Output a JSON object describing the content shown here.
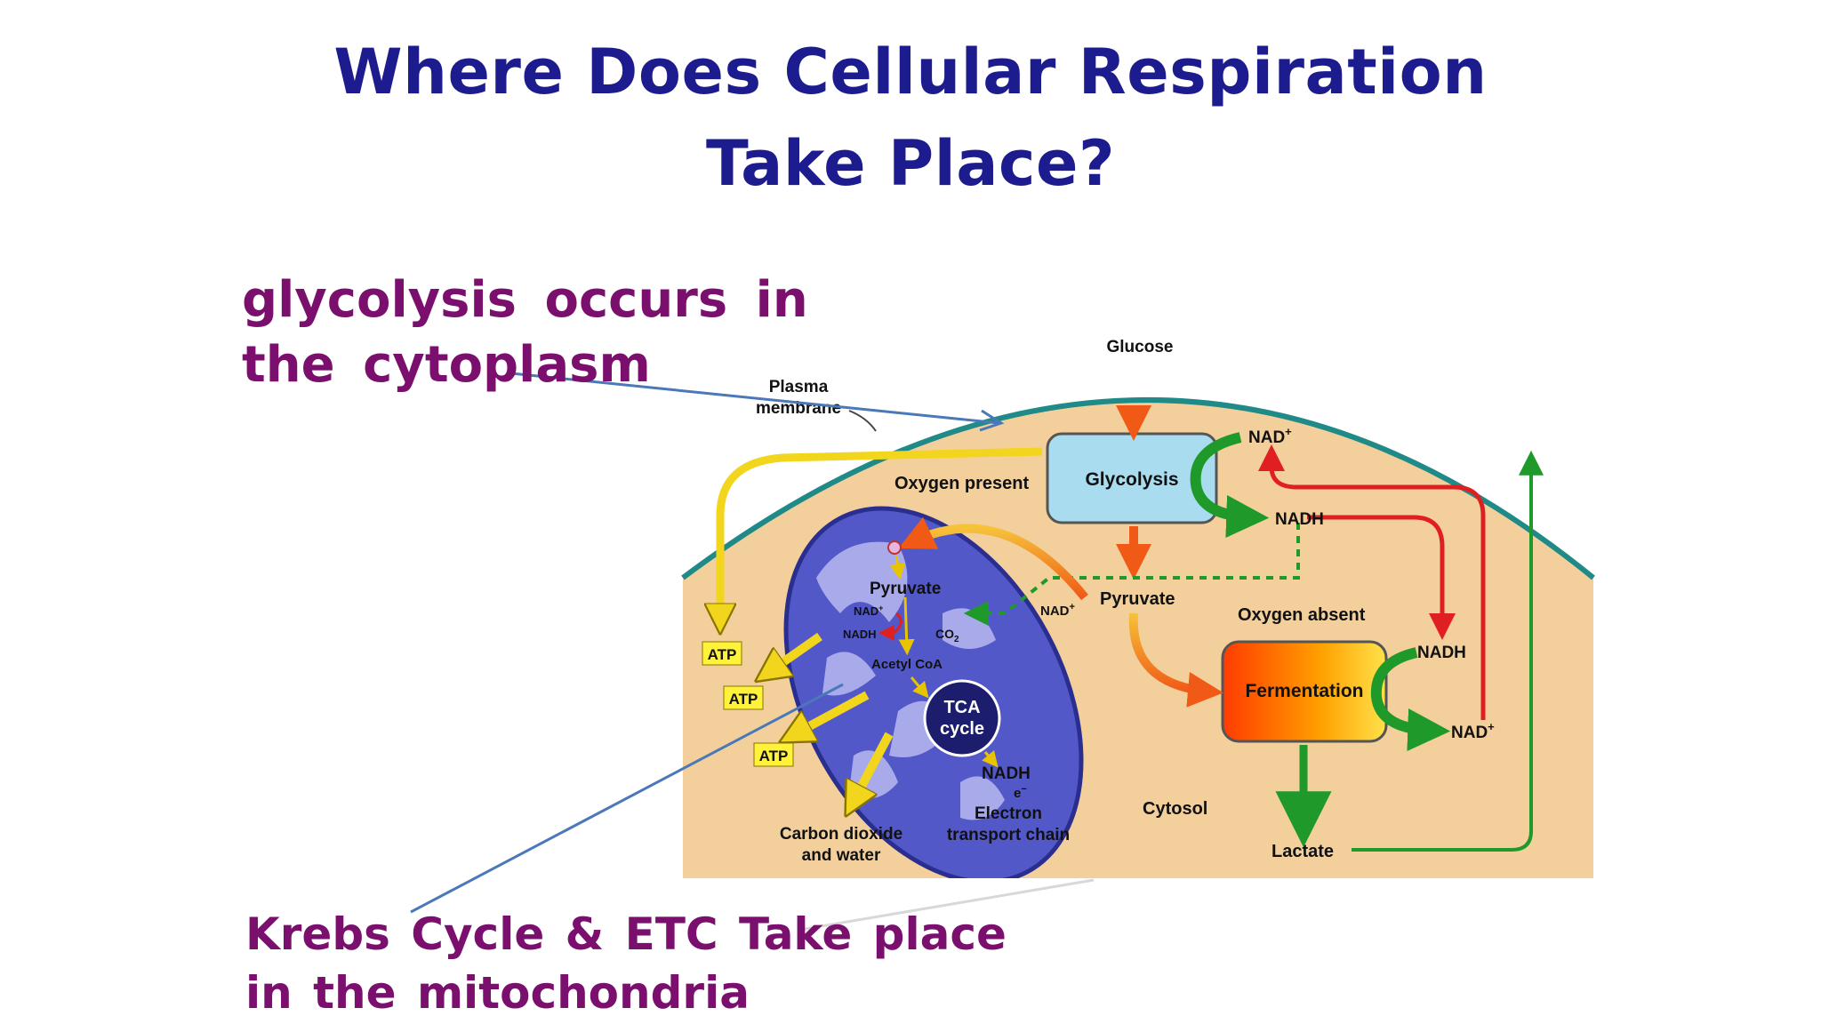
{
  "title": {
    "line1": "Where Does Cellular Respiration",
    "line2": "Take Place?"
  },
  "callouts": {
    "glycolysis_line1": "glycolysis occurs in",
    "glycolysis_line2": "the cytoplasm",
    "krebs_line1": "Krebs Cycle & ETC Take place",
    "krebs_line2": "in the mitochondria"
  },
  "diagram": {
    "glucose": "Glucose",
    "plasma_membrane_1": "Plasma",
    "plasma_membrane_2": "membrane",
    "oxygen_present": "Oxygen present",
    "glycolysis": "Glycolysis",
    "nad_plus": "NAD",
    "plus": "+",
    "nadh": "NADH",
    "pyruvate": "Pyruvate",
    "oxygen_absent": "Oxygen absent",
    "fermentation": "Fermentation",
    "lactate": "Lactate",
    "cytosol": "Cytosol",
    "atp": "ATP",
    "co2": "CO",
    "co2_sub": "2",
    "acetyl_coa": "Acetyl CoA",
    "tca_1": "TCA",
    "tca_2": "cycle",
    "e_minus": "e",
    "minus": "−",
    "etc_1": "Electron",
    "etc_2": "transport chain",
    "co2_water_1": "Carbon dioxide",
    "co2_water_2": "and water"
  },
  "colors": {
    "title": "#1c1c8e",
    "callout_text": "#7a0f6e",
    "cytosol_fill": "#f3cf9c",
    "membrane": "#1f8a87",
    "mitochondrion": "#5358c8",
    "glycolysis_box": "#a9dcef",
    "fermentation_box": "#ff6a00",
    "green_arrow": "#1f9a2a",
    "red_arrow": "#e02020",
    "yellow_arrow": "#f2d61e",
    "pointer_line": "#4a78b8"
  }
}
